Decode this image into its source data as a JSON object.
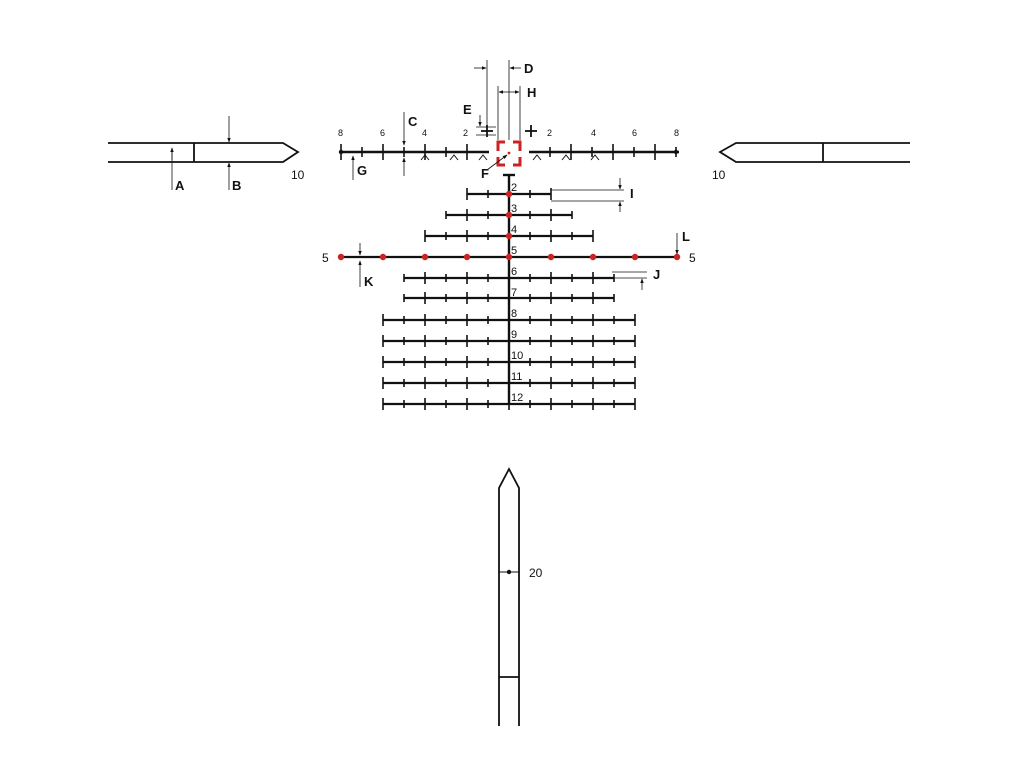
{
  "labels": {
    "A": "A",
    "B": "B",
    "C": "C",
    "D": "D",
    "E": "E",
    "F": "F",
    "G": "G",
    "H": "H",
    "I": "I",
    "J": "J",
    "K": "K",
    "L": "L"
  },
  "post_labels": {
    "left": "10",
    "right": "10",
    "bottom": "20"
  },
  "windage_labels": {
    "left": [
      "8",
      "6",
      "4",
      "2"
    ],
    "right": [
      "2",
      "4",
      "6",
      "8"
    ]
  },
  "holdover_numbers": [
    "2",
    "3",
    "4",
    "5",
    "6",
    "7",
    "8",
    "9",
    "10",
    "11",
    "12"
  ],
  "row5_side_labels": {
    "left": "5",
    "right": "5"
  },
  "colors": {
    "ink": "#111111",
    "illumination": "#cc2222"
  }
}
